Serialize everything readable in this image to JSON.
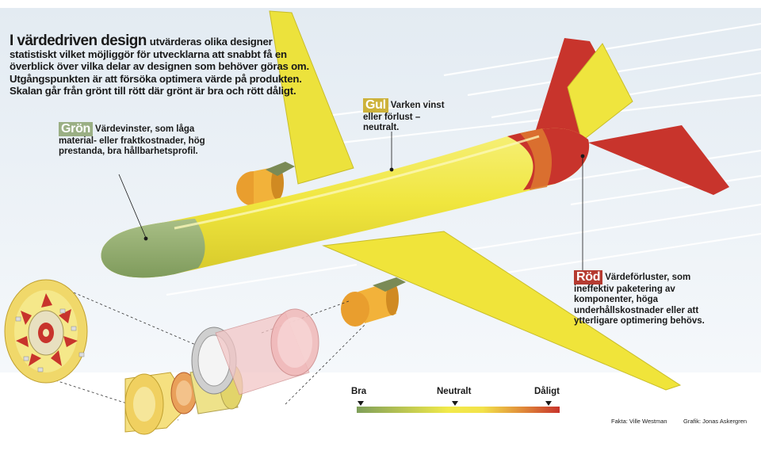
{
  "intro": {
    "headline": "I värdedriven design",
    "body": "utvärderas olika designer statistiskt vilket möjliggör för utvecklarna att snabbt få en överblick över vilka delar av designen som behöver göras om. Utgångspunkten är att försöka optimera värde på produkten. Skalan går från grönt till rött där grönt är bra och rött dåligt."
  },
  "callouts": {
    "gron": {
      "tag": "Grön",
      "text": "Värdevinster, som låga material- eller fraktkostnader, hög prestanda, bra hållbarhetsprofil."
    },
    "gul": {
      "tag": "Gul",
      "text": "Varken vinst eller förlust – neutralt."
    },
    "rod": {
      "tag": "Röd",
      "text": "Värdeförluster, som ineffektiv paketering av komponenter, höga underhållskostnader eller att ytterligare optimering behövs."
    }
  },
  "scale": {
    "left_label": "Bra",
    "mid_label": "Neutralt",
    "right_label": "Dåligt"
  },
  "credits": {
    "facts": "Fakta: Ville Westman",
    "graphic": "Grafik: Jonas Askergren"
  },
  "colors": {
    "green": "#8fae6a",
    "yellow": "#f2ea4a",
    "orange": "#f2b23a",
    "red": "#c8342c",
    "tag_green": "#9aaf84",
    "tag_yellow": "#cdb23a",
    "tag_red": "#b53a30"
  }
}
